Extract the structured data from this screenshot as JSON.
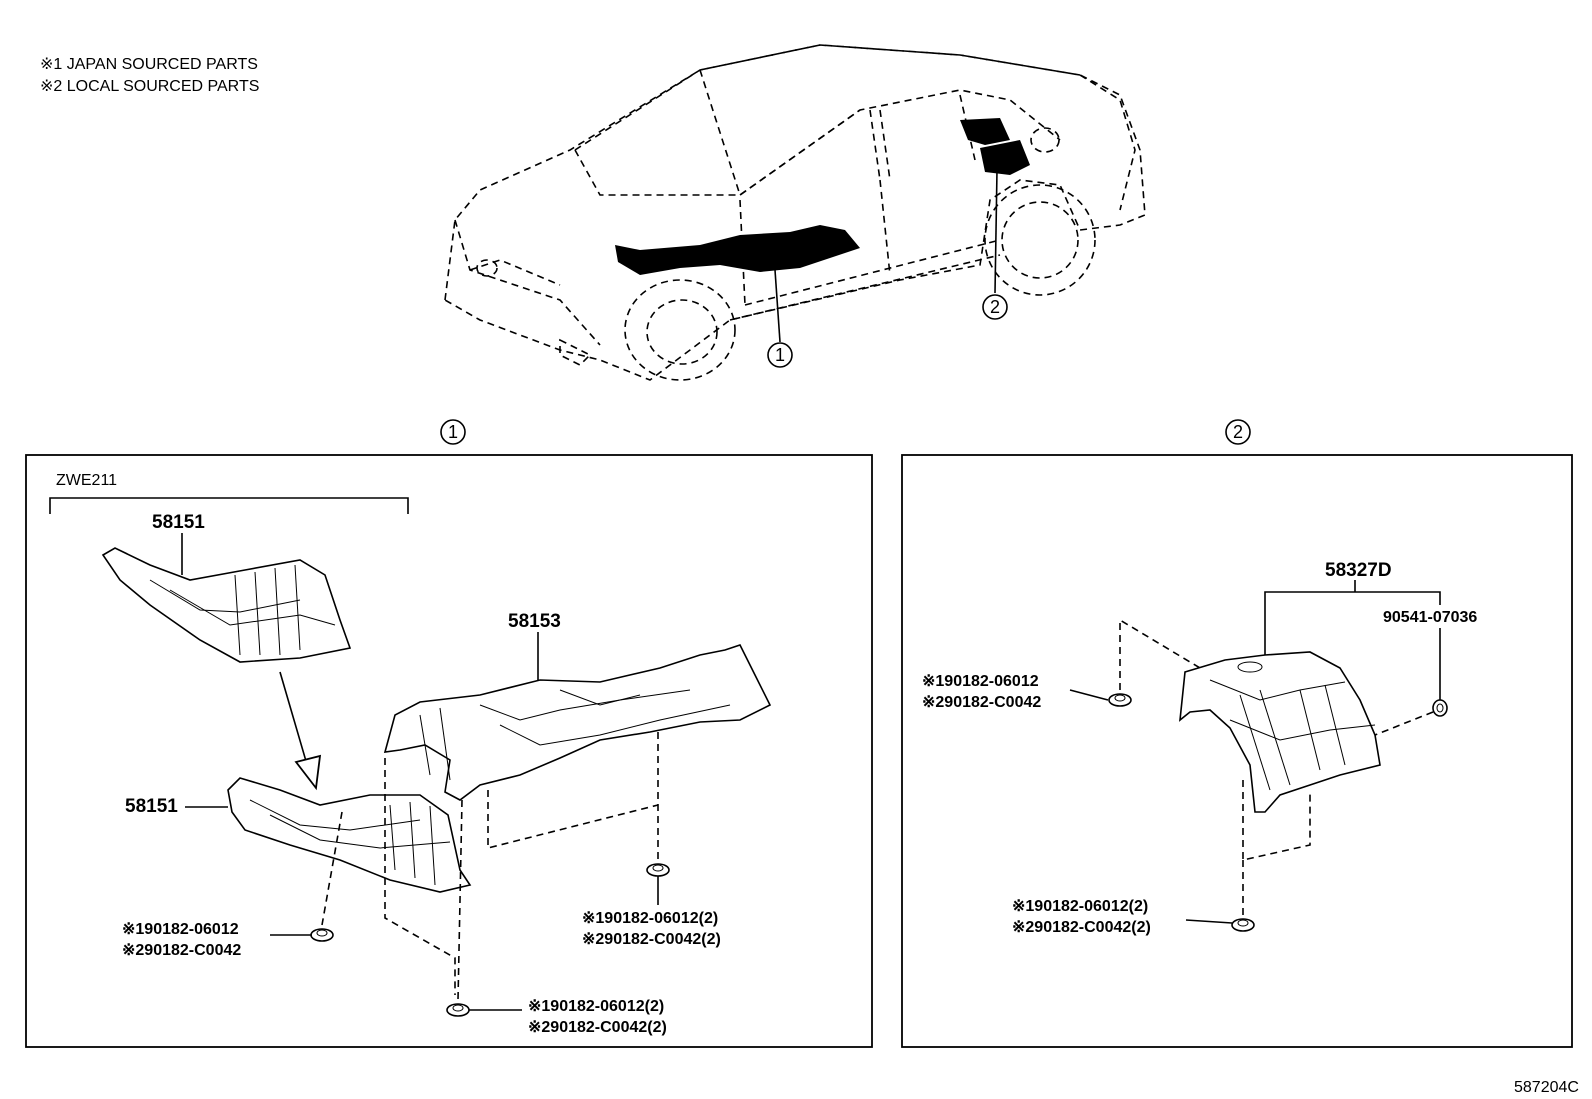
{
  "legend": {
    "line1": "※1 JAPAN SOURCED PARTS",
    "line2": "※2 LOCAL SOURCED PARTS"
  },
  "callouts": {
    "one": "1",
    "two": "2"
  },
  "panel1": {
    "model_label": "ZWE211",
    "part_58151_top": "58151",
    "part_58153": "58153",
    "part_58151_low": "58151",
    "clip_left": {
      "l1": "※190182-06012",
      "l2": "※290182-C0042"
    },
    "clip_right": {
      "l1": "※190182-06012(2)",
      "l2": "※290182-C0042(2)"
    },
    "clip_bottom": {
      "l1": "※190182-06012(2)",
      "l2": "※290182-C0042(2)"
    }
  },
  "panel2": {
    "part_58327D": "58327D",
    "part_90541": "90541-07036",
    "clip_left": {
      "l1": "※190182-06012",
      "l2": "※290182-C0042"
    },
    "clip_bottom": {
      "l1": "※190182-06012(2)",
      "l2": "※290182-C0042(2)"
    }
  },
  "footer_code": "587204C"
}
